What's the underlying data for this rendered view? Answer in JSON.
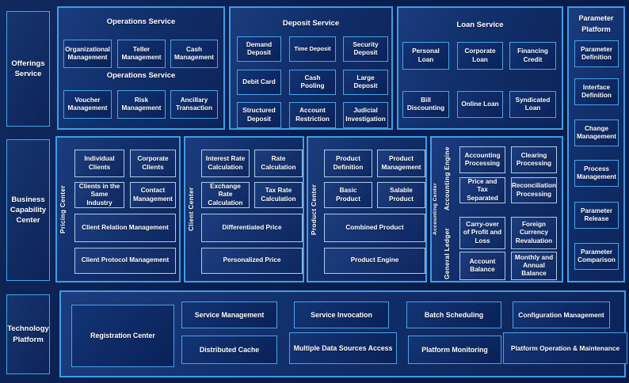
{
  "colors": {
    "page_bg": "#0a1e4e",
    "section_border": "#3f9de8",
    "box_border_blue": "#49a3e8",
    "box_border_light": "#aecbe9",
    "text": "#ffffff"
  },
  "left_labels": {
    "offerings": "Offerings Service",
    "business": "Business Capability Center",
    "technology": "Technology Platform"
  },
  "top": {
    "operations": {
      "title": "Operations Service",
      "subtitle": "Operations Service",
      "row1": [
        "Organizational Management",
        "Teller Management",
        "Cash Management"
      ],
      "row2": [
        "Voucher Management",
        "Risk Management",
        "Ancillary Transaction"
      ]
    },
    "deposit": {
      "title": "Deposit Service",
      "items": [
        "Demand Deposit",
        "Time Deposit",
        "Security Deposit",
        "Debit Card",
        "Cash Pooling",
        "Large Deposit",
        "Structured Deposit",
        "Account Restriction",
        "Judicial Investigation"
      ]
    },
    "loan": {
      "title": "Loan Service",
      "items": [
        "Personal Loan",
        "Corporate Loan",
        "Financing Credit",
        "Bill Discounting",
        "Online Loan",
        "Syndicated Loan"
      ]
    }
  },
  "parameter_platform": {
    "title_line1": "Parameter",
    "title_line2": "Platform",
    "items": [
      "Parameter Definition",
      "Interface Definition",
      "Change Management",
      "Process Management",
      "Parameter Release",
      "Parameter Comparison"
    ]
  },
  "middle": {
    "pricing": {
      "label": "Pricing Center",
      "row1": [
        "Individual Clients",
        "Corporate Clients"
      ],
      "row2": [
        "Clients in the Same Industry",
        "Contact Management"
      ],
      "wide": [
        "Client Relation Management",
        "Client Protocol Management"
      ]
    },
    "client": {
      "label": "Client Center",
      "row1": [
        "Interest Rate Calculation",
        "Rate Calculation"
      ],
      "row2": [
        "Exchange Rate Calculation",
        "Tax Rate Calculation"
      ],
      "wide": [
        "Differentiated Price",
        "Personalized Price"
      ]
    },
    "product": {
      "label": "Product Center",
      "row1": [
        "Product Definition",
        "Product Management"
      ],
      "row2": [
        "Basic Product",
        "Salable Product"
      ],
      "wide": [
        "Combined Product",
        "Product Engine"
      ]
    },
    "accounting": {
      "label": "Accounting Center",
      "engine_label": "Accounting Engine",
      "ledger_label": "General Ledger",
      "engine_items": [
        "Accounting Processing",
        "Clearing Processing",
        "Price and Tax Separated",
        "Reconciliation Processing"
      ],
      "ledger_items": [
        "Carry-over of Profit and Loss",
        "Foreign Currency Revaluation",
        "Account Balance",
        "Monthly and Annual Balance"
      ]
    }
  },
  "bottom": {
    "registration": "Registration Center",
    "service_management": "Service Management",
    "distributed_cache": "Distributed Cache",
    "service_invocation": "Service Invocation",
    "multiple_data_sources": "Multiple Data Sources Access",
    "batch_scheduling": "Batch Scheduling",
    "platform_monitoring": "Platform Monitoring",
    "configuration_management": "Configuration Management",
    "platform_operation_maintenance": "Platform Operation & Maintenance"
  }
}
